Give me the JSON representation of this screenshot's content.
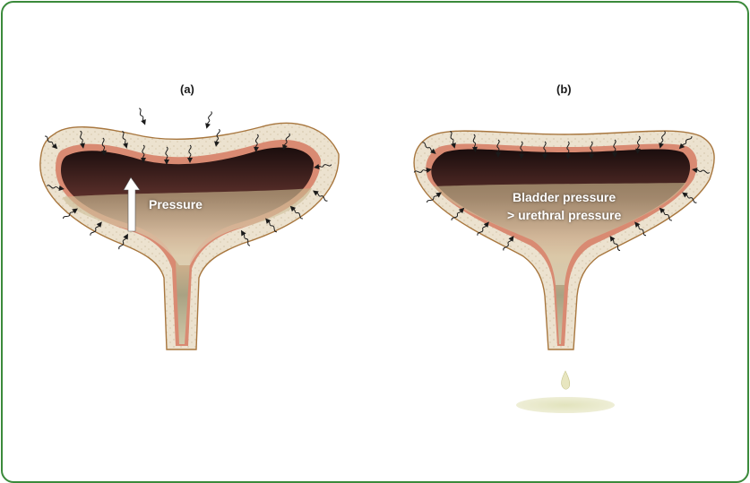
{
  "panels": [
    {
      "label": "(a)",
      "annotation": "Pressure"
    },
    {
      "label": "(b)",
      "annotation_line1": "Bladder pressure",
      "annotation_line2": "> urethral pressure"
    }
  ],
  "colors": {
    "frame": "#3b8a3b",
    "wall": "#ece2cf",
    "wall_stroke": "#a8773f",
    "lining": "#d98a72",
    "fluid": "#c8c49a",
    "drop": "#e8e6c0"
  },
  "icons": {
    "arrow": "squiggle-arrow-icon",
    "pressure_arrow": "up-arrow-icon",
    "drop": "droplet-icon"
  }
}
